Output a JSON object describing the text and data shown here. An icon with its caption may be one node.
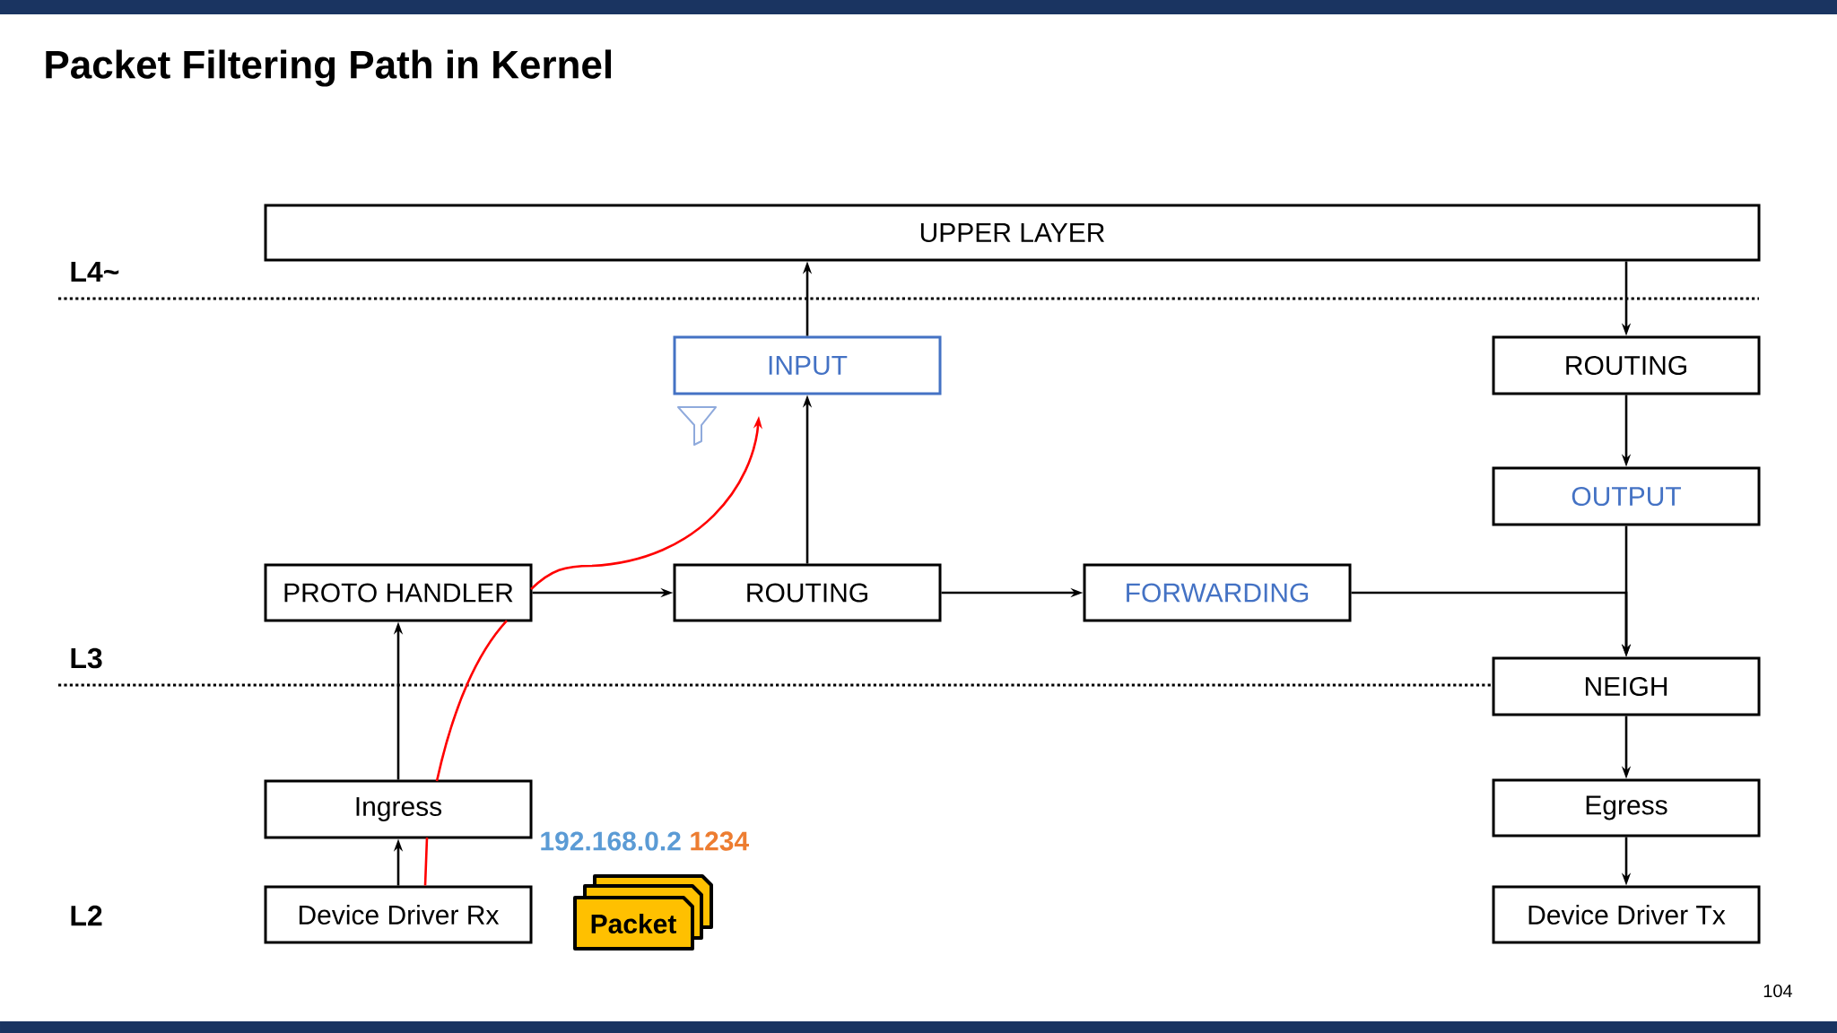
{
  "diagram": {
    "title": "Packet Filtering Path in Kernel",
    "nodes": [
      {
        "text": [
          "UPPER LAYER"
        ]
      },
      {
        "text": [
          "INPUT"
        ]
      },
      {
        "text": [
          "ROUTING"
        ]
      },
      {
        "text": [
          "OUTPUT"
        ]
      },
      {
        "text": [
          "PROTO HANDLER"
        ]
      },
      {
        "text": [
          "ROUTING"
        ]
      },
      {
        "text": [
          "FORWARDING"
        ]
      },
      {
        "text": [
          "NEIGH"
        ]
      },
      {
        "text": [
          "Ingress"
        ]
      },
      {
        "text": [
          "Egress"
        ]
      },
      {
        "text": [
          "Device Driver Rx"
        ]
      },
      {
        "text": [
          "Packet"
        ]
      },
      {
        "text": [
          "Device Driver Tx"
        ]
      }
    ],
    "edges": [
      {
        "from": 10,
        "to": 8,
        "arrow": "to"
      },
      {
        "from": 8,
        "to": 4,
        "arrow": "to"
      },
      {
        "from": 4,
        "to": 5,
        "arrow": "to"
      },
      {
        "from": 5,
        "to": 1,
        "arrow": "to"
      },
      {
        "from": 1,
        "to": 0,
        "arrow": "to"
      },
      {
        "from": 5,
        "to": 6,
        "arrow": "to"
      },
      {
        "from": 6,
        "to": 7,
        "arrow": "to"
      },
      {
        "from": 0,
        "to": 2,
        "arrow": "to"
      },
      {
        "from": 2,
        "to": 3,
        "arrow": "to"
      },
      {
        "from": 3,
        "to": 7,
        "arrow": "to"
      },
      {
        "from": 7,
        "to": 9,
        "arrow": "to"
      },
      {
        "from": 9,
        "to": 12,
        "arrow": "to"
      },
      {
        "from": 10,
        "to": null,
        "arrow": "to",
        "color": "#ff0000"
      }
    ],
    "labels": [
      "L4~",
      "L3",
      "L2",
      "192.168.0.2",
      "1234",
      "104"
    ]
  }
}
